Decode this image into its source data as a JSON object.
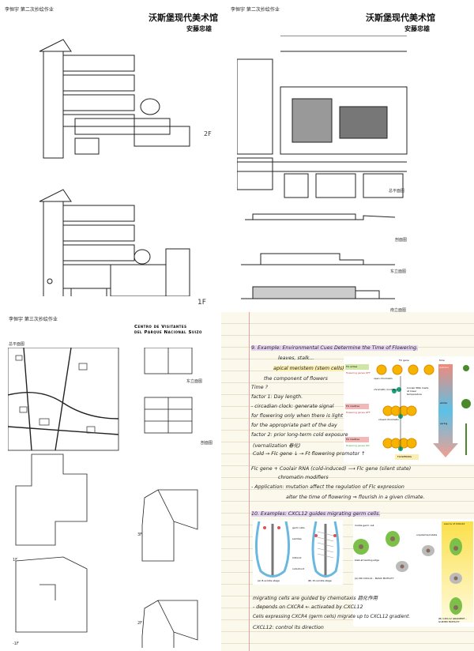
{
  "panel1": {
    "author": "李恒宇  第二次抄绘作业",
    "title": "沃斯堡现代美术馆",
    "architect": "安藤忠雄",
    "labels": [
      "2F",
      "1F"
    ]
  },
  "panel2": {
    "author": "李恒宇  第二次抄绘作业",
    "title": "沃斯堡现代美术馆",
    "architect": "安藤忠雄",
    "labels": [
      "总平面图",
      "剖面图",
      "东立面图",
      "南立面图"
    ]
  },
  "panel3": {
    "author": "李恒宇  第三次抄绘作业",
    "title_line1": "Centro de Visitantes",
    "title_line2": "del Parque Nacional Suizo",
    "labels": [
      "总平面图",
      "东立面图",
      "剖面图",
      "1F",
      "3F",
      "-1F",
      "2F"
    ]
  },
  "notes": {
    "lines": [
      "9. Example: Environmental Cues Determine the Time of Flowering.",
      "leaves, stalk...",
      "apical meristem (stem cells)",
      "the component of flowers",
      "Time ?",
      "factor 1: Day length.",
      "- circadian clock: generate signal",
      "for flowering only when there is light",
      "for the appropriate part of the day",
      "factor 2: prior long-term cold exposure",
      "(vernalization 春化)",
      "Cold → Flc gene ↓ → Ft flowering promotor ↑",
      "Flc gene + Coolair RNA      (cold-induced)  ⟶ Flc gene (silent state)",
      "chromatin modifiers",
      "- Application: mutation affect the regulation of Flc expression",
      "alter the time of flowering ⇒ flourish in a given climate.",
      "10. Examples: CXCL12 guides migrating germ cells.",
      "migrating cells are guided by chemotaxis 趋化作用",
      "- depends on CXCR4 ← activated by CXCL12",
      "Cells expressing CXCR4 (germ cells) migrate up to CXCL12 gradient.",
      "CXCL12: control its direction"
    ],
    "fig1": {
      "gene": "Flc gene",
      "states": [
        "Flc active",
        "Flc inactive",
        "Flc inactive"
      ],
      "sub": [
        "flowering genes OFF",
        "flowering genes OFF",
        "flowering genes ON"
      ],
      "labels": [
        "open chromatin",
        "chromatin modifiers",
        "Coolair RNA made at lower temperature",
        "closed chromatin",
        "FLOWERING"
      ],
      "seasons": [
        "time",
        "autumn",
        "winter",
        "spring"
      ]
    },
    "fig2": {
      "labels": [
        "germ cells",
        "somites",
        "CXCL12",
        "notochord"
      ],
      "captions": [
        "(A) 8-somite stage",
        "(B) 15-somite stage"
      ]
    },
    "fig3": {
      "labels": [
        "motile germ cell",
        "unpolarized state",
        "bleb at leading edge",
        "source of CXCL12"
      ],
      "captions": [
        "(A) NO CXCL12 – BASIC MOTILITY",
        "(B) CXCL12 GRADIENT – GUIDED MOTILITY"
      ]
    }
  }
}
